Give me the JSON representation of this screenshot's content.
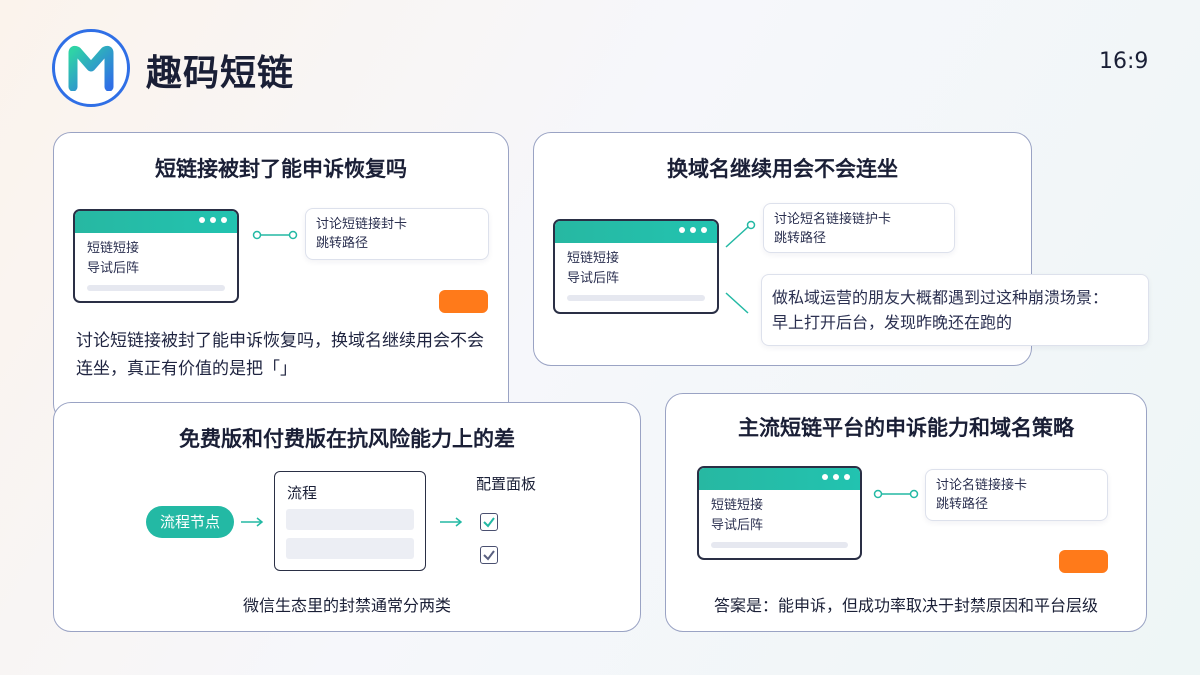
{
  "header": {
    "brand": "趣码短链",
    "ratio": "16:9"
  },
  "colors": {
    "accent": "#23b9a4",
    "logo_ring": "#2f6fe6",
    "orange": "#ff7a1a"
  },
  "card1": {
    "title": "短链接被封了能申诉恢复吗",
    "window_lines": [
      "短链短接",
      "导试后阵"
    ],
    "bubble_lines": [
      "讨论短链接封卡",
      "跳转路径"
    ],
    "paragraph_lines": [
      "讨论短链接被封了能申诉恢复吗，换域名继续用会不会",
      "连坐，真正有价值的是把「」"
    ]
  },
  "card2": {
    "title": "换域名继续用会不会连坐",
    "window_lines": [
      "短链短接",
      "导试后阵"
    ],
    "bubble_lines": [
      "讨论短名链接链护卡",
      "跳转路径"
    ],
    "callout_lines": [
      "做私域运营的朋友大概都遇到过这种崩溃场景：",
      "早上打开后台，发现昨晚还在跑的"
    ]
  },
  "card3": {
    "title": "免费版和付费版在抗风险能力上的差",
    "node_label": "流程节点",
    "box_label": "流程",
    "panel_label": "配置面板",
    "caption": "微信生态里的封禁通常分两类"
  },
  "card4": {
    "title": "主流短链平台的申诉能力和域名策略",
    "window_lines": [
      "短链短接",
      "导试后阵"
    ],
    "bubble_lines": [
      "讨论名链接接卡",
      "跳转路径"
    ],
    "caption": "答案是：能申诉，但成功率取决于封禁原因和平台层级"
  }
}
